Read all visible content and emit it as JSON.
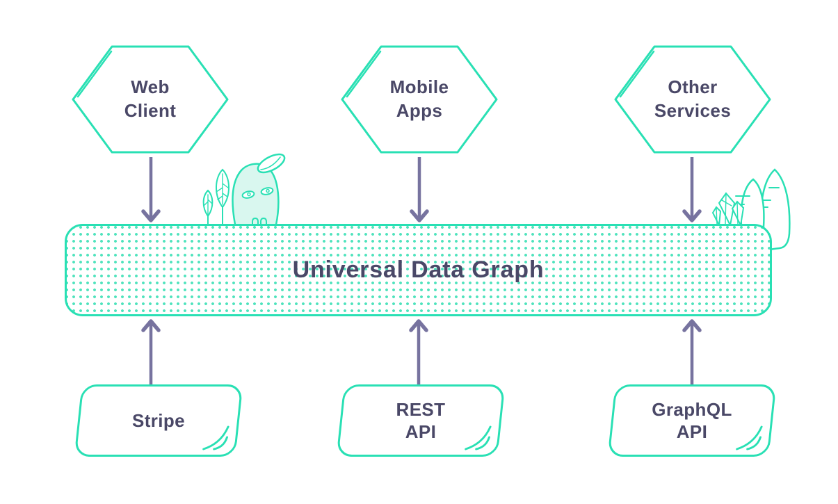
{
  "diagram": {
    "title": "Universal Data Graph",
    "clients": [
      {
        "id": "web-client",
        "label": "Web\nClient"
      },
      {
        "id": "mobile-apps",
        "label": "Mobile\nApps"
      },
      {
        "id": "other-services",
        "label": "Other\nServices"
      }
    ],
    "sources": [
      {
        "id": "stripe",
        "label": "Stripe"
      },
      {
        "id": "rest-api",
        "label": "REST\nAPI"
      },
      {
        "id": "graphql-api",
        "label": "GraphQL\nAPI"
      }
    ],
    "decorations": {
      "left": "forest-spirit-with-leaves-icon",
      "right": "crystals-and-hills-icon"
    },
    "colors": {
      "teal": "#29e0b4",
      "dot": "#4fe3bd",
      "mint": "#d9f7ef",
      "ink": "#4a4867",
      "arrow": "#77739f",
      "bg": "#ffffff"
    }
  }
}
